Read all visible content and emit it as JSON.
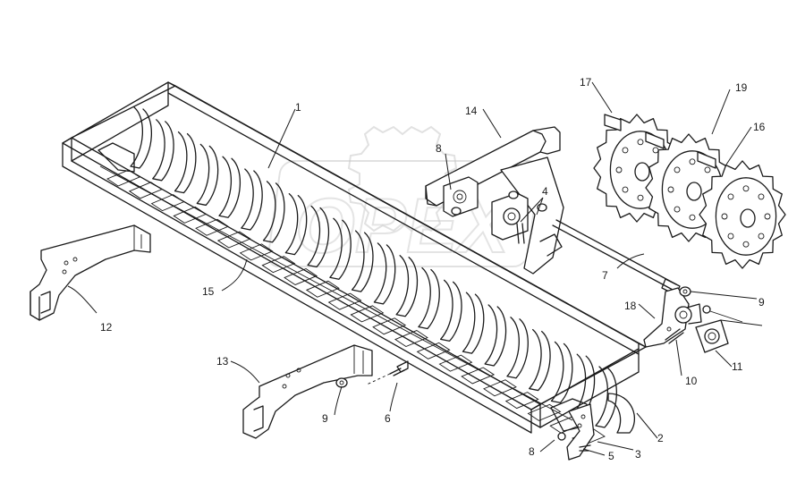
{
  "watermark": {
    "text": "OPEX"
  },
  "callouts": [
    {
      "id": "c1",
      "label": "1"
    },
    {
      "id": "c2",
      "label": "2"
    },
    {
      "id": "c3",
      "label": "3"
    },
    {
      "id": "c4",
      "label": "4"
    },
    {
      "id": "c5",
      "label": "5"
    },
    {
      "id": "c6",
      "label": "6"
    },
    {
      "id": "c7",
      "label": "7"
    },
    {
      "id": "c8a",
      "label": "8"
    },
    {
      "id": "c8b",
      "label": "8"
    },
    {
      "id": "c9a",
      "label": "9"
    },
    {
      "id": "c9b",
      "label": "9"
    },
    {
      "id": "c10",
      "label": "10"
    },
    {
      "id": "c11",
      "label": "11"
    },
    {
      "id": "c12",
      "label": "12"
    },
    {
      "id": "c13",
      "label": "13"
    },
    {
      "id": "c14",
      "label": "14"
    },
    {
      "id": "c15",
      "label": "15"
    },
    {
      "id": "c16",
      "label": "16"
    },
    {
      "id": "c17",
      "label": "17"
    },
    {
      "id": "c18",
      "label": "18"
    },
    {
      "id": "c19",
      "label": "19"
    }
  ]
}
